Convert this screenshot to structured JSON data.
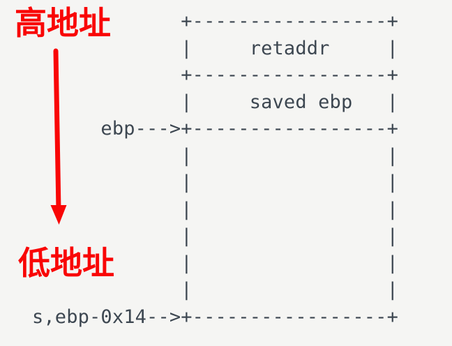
{
  "page": {
    "background_color": "#f5f5f3",
    "description_visible_content_only": "stack memory layout ascii diagram"
  },
  "diagram": {
    "text_color": "#3d4751",
    "ascii": "             +-----------------+\n             |     retaddr     |\n             +-----------------+\n             |     saved ebp   |\n      ebp--->+-----------------+\n             |                 |\n             |                 |\n             |                 |\n             |                 |\n             |                 |\n             |                 |\ns,ebp-0x14-->+-----------------+",
    "cells": [
      "retaddr",
      "saved ebp"
    ],
    "pointer_labels": [
      "ebp--->",
      "s,ebp-0x14-->"
    ]
  },
  "annotations": {
    "color": "#f90606",
    "high_address_label": "高地址",
    "low_address_label": "低地址",
    "arrow_direction": "down"
  }
}
